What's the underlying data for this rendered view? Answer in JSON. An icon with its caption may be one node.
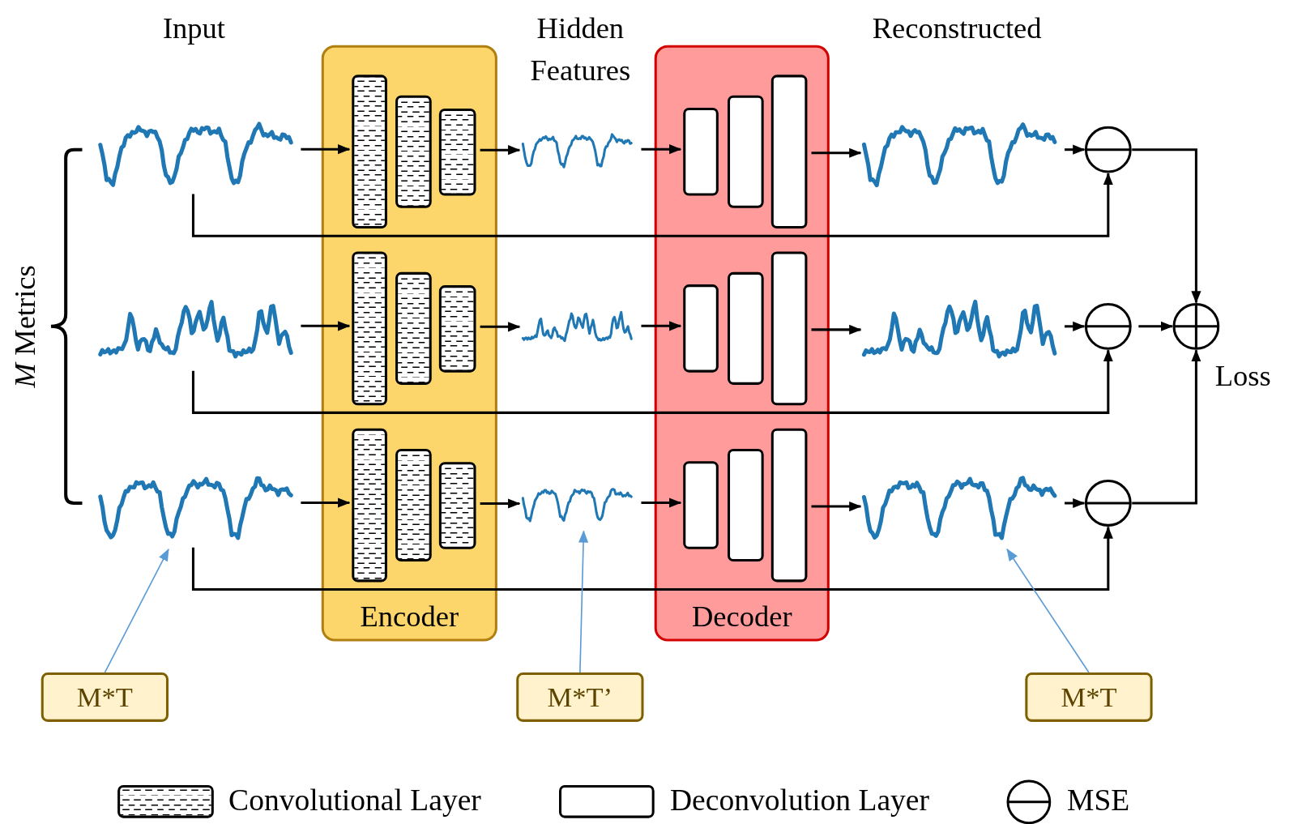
{
  "diagram": {
    "nodes": [
      {
        "text": [
          "Encoder"
        ]
      },
      {
        "text": [],
        "shape": "box",
        "in": 0
      },
      {
        "text": [],
        "shape": "box",
        "in": 0
      },
      {
        "text": [],
        "shape": "box",
        "in": 0
      },
      {
        "text": [],
        "shape": "box",
        "in": 0
      },
      {
        "text": [],
        "shape": "box",
        "in": 0
      },
      {
        "text": [],
        "shape": "box",
        "in": 0
      },
      {
        "text": [],
        "shape": "box",
        "in": 0
      },
      {
        "text": [],
        "shape": "box",
        "in": 0
      },
      {
        "text": [],
        "shape": "box",
        "in": 0
      },
      {
        "text": [
          "Decoder"
        ]
      },
      {
        "text": [],
        "shape": "box",
        "in": 10
      },
      {
        "text": [],
        "shape": "box",
        "in": 10
      },
      {
        "text": [],
        "shape": "box",
        "in": 10
      },
      {
        "text": [],
        "shape": "box",
        "in": 10
      },
      {
        "text": [],
        "shape": "box",
        "in": 10
      },
      {
        "text": [],
        "shape": "box",
        "in": 10
      },
      {
        "text": [],
        "shape": "box",
        "in": 10
      },
      {
        "text": [],
        "shape": "box",
        "in": 10
      },
      {
        "text": [],
        "shape": "box",
        "in": 10
      },
      {
        "text": [],
        "shape": "picture"
      },
      {
        "text": [],
        "shape": "picture"
      },
      {
        "text": [],
        "shape": "picture"
      },
      {
        "text": [],
        "shape": "picture"
      },
      {
        "text": [],
        "shape": "picture"
      },
      {
        "text": [],
        "shape": "picture"
      },
      {
        "text": [],
        "shape": "picture"
      },
      {
        "text": [],
        "shape": "picture"
      },
      {
        "text": [],
        "shape": "picture"
      },
      {
        "text": [],
        "shape": "circle"
      },
      {
        "text": [],
        "shape": "circle"
      },
      {
        "text": [],
        "shape": "circle"
      },
      {
        "text": [],
        "shape": "circle",
        "beside": [
          "Loss"
        ]
      },
      {
        "text": [
          "M*T"
        ]
      },
      {
        "text": [
          "M*T’"
        ]
      },
      {
        "text": [
          "M*T"
        ]
      }
    ],
    "edges": [
      {
        "from": 20,
        "to": 1,
        "arrow": "to"
      },
      {
        "from": 3,
        "to": 23,
        "arrow": "to"
      },
      {
        "from": 23,
        "to": 11,
        "arrow": "to"
      },
      {
        "from": 13,
        "to": 26,
        "arrow": "to"
      },
      {
        "from": 26,
        "to": 29,
        "arrow": "to"
      },
      {
        "from": 20,
        "to": 29,
        "arrow": "to"
      },
      {
        "from": 29,
        "to": 32,
        "arrow": "to"
      },
      {
        "from": 21,
        "to": 4,
        "arrow": "to"
      },
      {
        "from": 6,
        "to": 24,
        "arrow": "to"
      },
      {
        "from": 24,
        "to": 14,
        "arrow": "to"
      },
      {
        "from": 16,
        "to": 27,
        "arrow": "to"
      },
      {
        "from": 27,
        "to": 30,
        "arrow": "to"
      },
      {
        "from": 21,
        "to": 30,
        "arrow": "to"
      },
      {
        "from": 30,
        "to": 32,
        "arrow": "to"
      },
      {
        "from": 22,
        "to": 7,
        "arrow": "to"
      },
      {
        "from": 9,
        "to": 25,
        "arrow": "to"
      },
      {
        "from": 25,
        "to": 17,
        "arrow": "to"
      },
      {
        "from": 19,
        "to": 28,
        "arrow": "to"
      },
      {
        "from": 28,
        "to": 31,
        "arrow": "to"
      },
      {
        "from": 22,
        "to": 31,
        "arrow": "to"
      },
      {
        "from": 31,
        "to": 32,
        "arrow": "to"
      },
      {
        "from": 33,
        "to": 22,
        "arrow": "to",
        "color": "#5b9bd5"
      },
      {
        "from": 34,
        "to": 25,
        "arrow": "to",
        "color": "#5b9bd5"
      },
      {
        "from": 35,
        "to": 28,
        "arrow": "to",
        "color": "#5b9bd5"
      }
    ],
    "labels": [
      "Input",
      "Hidden Features",
      "Reconstructed",
      "*M* Metrics"
    ],
    "legend": [
      {
        "text": "Convolutional Layer"
      },
      {
        "text": "Deconvolution Layer"
      },
      {
        "text": "MSE"
      }
    ]
  }
}
